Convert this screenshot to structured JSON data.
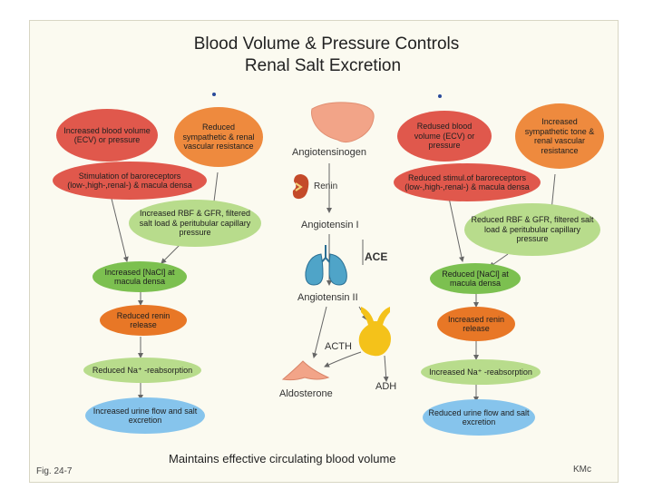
{
  "title": {
    "line1": "Blood  Volume & Pressure Controls",
    "line2": "Renal Salt Excretion"
  },
  "left": {
    "increased_volume": "Increased blood volume (ECV) or pressure",
    "reduced_sympathetic": "Reduced sympathetic & renal vascular resistance",
    "stimulation": "Stimulation of baroreceptors (low-,high-,renal-) & macula densa",
    "increased_rbf": "Increased RBF & GFR, filtered salt load & peritubular capillary pressure",
    "increased_nacl": "Increased  [NaCl] at macula densa",
    "reduced_renin": "Reduced renin release",
    "reduced_na": "Reduced Na⁺ -reabsorption",
    "increased_urine": "Increased urine flow and salt excretion"
  },
  "right": {
    "reduced_volume": "Redused blood volume (ECV) or pressure",
    "increased_sympathetic": "Increased sympathetic tone & renal vascular resistance",
    "reduced_stimul": "Reduced stimul.of baroreceptors (low-,high-,renal-) & macula densa",
    "reduced_rbf": "Reduced RBF & GFR, filtered salt load & peritubular capillary pressure",
    "reduced_nacl": "Reduced  [NaCl] at macula densa",
    "increased_renin": "Increased renin release",
    "increased_na": "Increased Na⁺ -reabsorption",
    "reduced_urine": "Reduced urine flow and salt excretion"
  },
  "center": {
    "angiotensinogen": "Angiotensinogen",
    "renin": "Renin",
    "angiotensin1": "Angiotensin I",
    "ace": "ACE",
    "angiotensin2": "Angiotensin II",
    "acth": "ACTH",
    "aldosterone": "Aldosterone",
    "adh": "ADH"
  },
  "footer": {
    "caption": "Maintains effective circulating blood volume",
    "fig": "Fig. 24-7",
    "author": "KMc"
  },
  "colors": {
    "red": "#e0584c",
    "orange": "#ee8a3e",
    "light_green": "#b8dc8c",
    "green": "#7cc050",
    "dark_orange": "#e87726",
    "blue": "#86c4ec",
    "liver": "#f2a488",
    "lungs": "#4fa4c8",
    "pituitary": "#f4c21a",
    "adrenal": "#f2a488"
  },
  "icons": [
    "liver-icon",
    "kidney-icon",
    "lungs-icon",
    "pituitary-icon",
    "adrenal-icon"
  ]
}
